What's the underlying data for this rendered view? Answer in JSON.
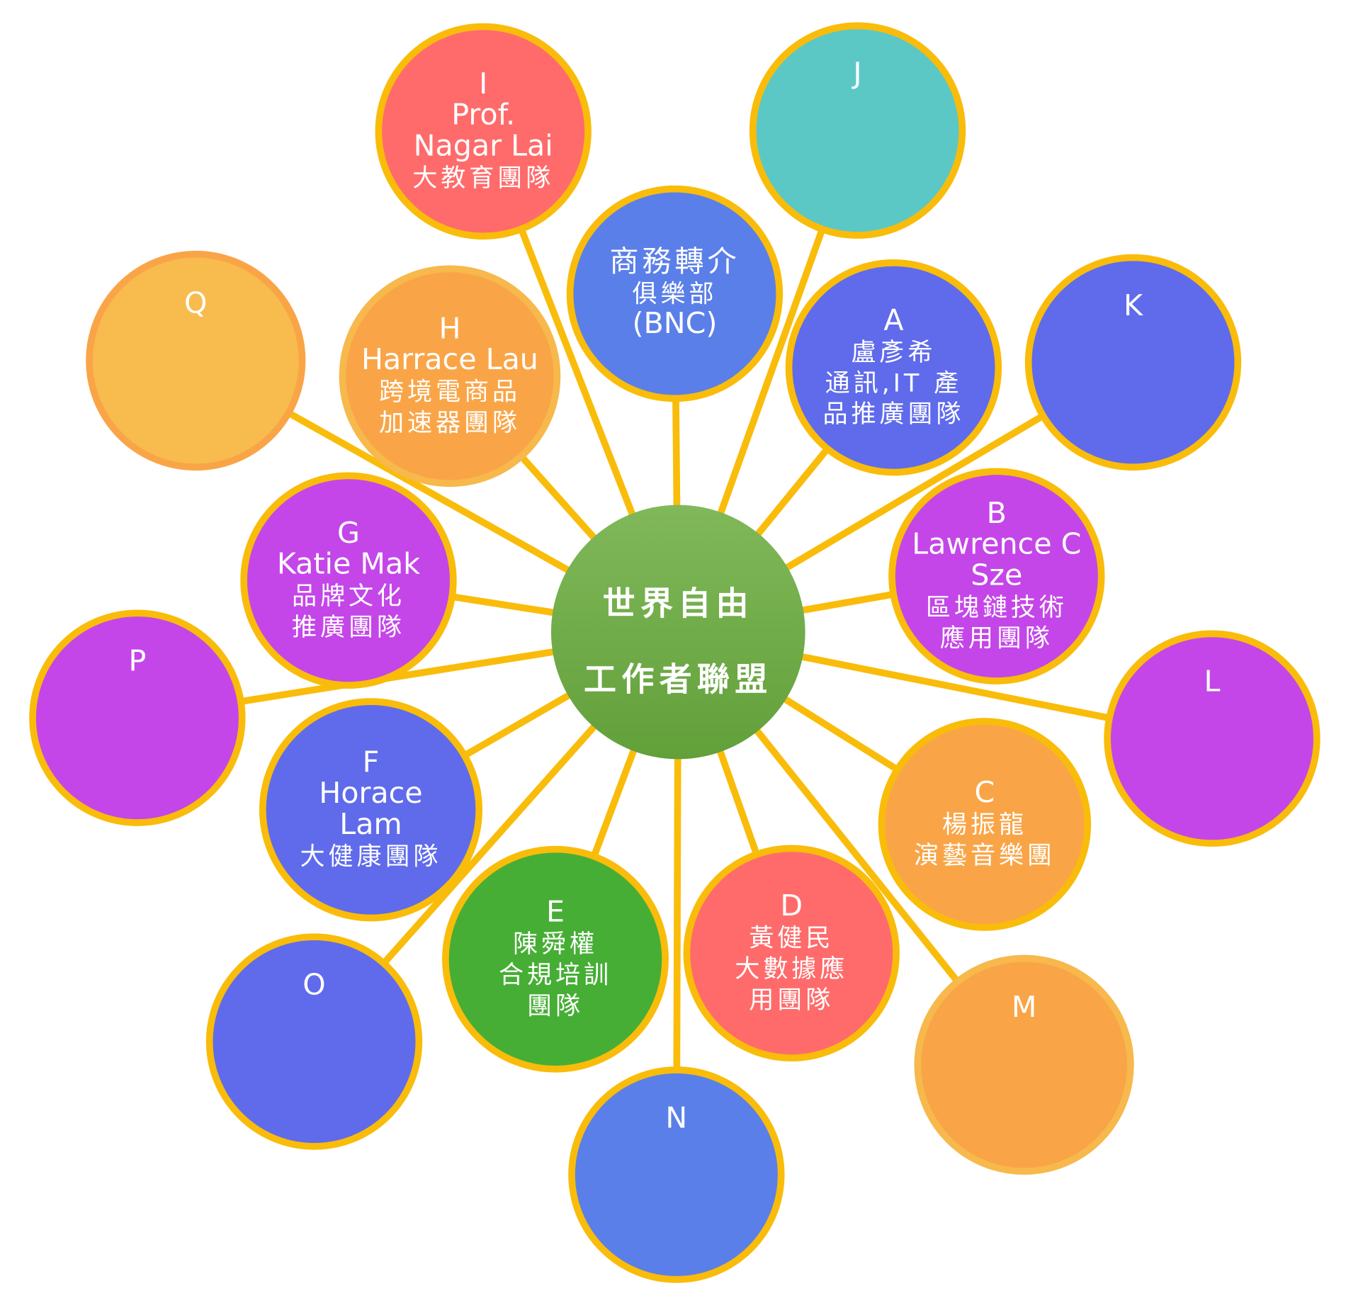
{
  "title": "Business network diagram",
  "colors": {
    "link": "#F9BC0A",
    "border": "#F9BC0A"
  },
  "center": {
    "lines": [
      "世界自由",
      "工作者聯盟"
    ],
    "color_top": "#80B85A",
    "color_bottom": "#62A03A"
  },
  "nodes": [
    {
      "id": "I",
      "lines": [
        "I",
        "Prof.",
        "Nagar Lai",
        "大教育團隊"
      ],
      "color": "#FF6B6B"
    },
    {
      "id": "BNC",
      "lines": [
        "商務轉介",
        "俱樂部",
        "(BNC)"
      ],
      "color": "#5B7FE8"
    },
    {
      "id": "J",
      "lines": [
        "J"
      ],
      "color": "#5BC8C6"
    },
    {
      "id": "H",
      "lines": [
        "H",
        "Harrace Lau",
        "跨境電商品",
        "加速器團隊"
      ],
      "color": "#F9A547",
      "border": "#F7B84C"
    },
    {
      "id": "A",
      "lines": [
        "A",
        "盧彥希",
        "通訊,IT 產",
        "品推廣團隊"
      ],
      "color": "#5F6BEB"
    },
    {
      "id": "K",
      "lines": [
        "K"
      ],
      "color": "#5F6BEB"
    },
    {
      "id": "Q",
      "lines": [
        "Q"
      ],
      "color": "#F8BB4E",
      "border": "#F9A547"
    },
    {
      "id": "G",
      "lines": [
        "G",
        "Katie Mak",
        "品牌文化",
        "推廣團隊"
      ],
      "color": "#C446E8"
    },
    {
      "id": "B",
      "lines": [
        "B",
        "Lawrence C",
        "Sze",
        "區塊鏈技術",
        "應用團隊"
      ],
      "color": "#C446E8"
    },
    {
      "id": "P",
      "lines": [
        "P"
      ],
      "color": "#C446E8"
    },
    {
      "id": "L",
      "lines": [
        "L"
      ],
      "color": "#C446E8"
    },
    {
      "id": "F",
      "lines": [
        "F",
        "Horace",
        "Lam",
        "大健康團隊"
      ],
      "color": "#5F6BEB"
    },
    {
      "id": "C",
      "lines": [
        "C",
        "楊振龍",
        "演藝音樂團"
      ],
      "color": "#F9A547"
    },
    {
      "id": "E",
      "lines": [
        "E",
        "陳舜權",
        "合規培訓",
        "團隊"
      ],
      "color": "#46AE35"
    },
    {
      "id": "D",
      "lines": [
        "D",
        "黃健民",
        "大數據應",
        "用團隊"
      ],
      "color": "#FF6B6B"
    },
    {
      "id": "O",
      "lines": [
        "O"
      ],
      "color": "#5F6BEB"
    },
    {
      "id": "N",
      "lines": [
        "N"
      ],
      "color": "#5B7FE8"
    },
    {
      "id": "M",
      "lines": [
        "M"
      ],
      "color": "#F9A547",
      "border": "#F7B84C"
    }
  ]
}
